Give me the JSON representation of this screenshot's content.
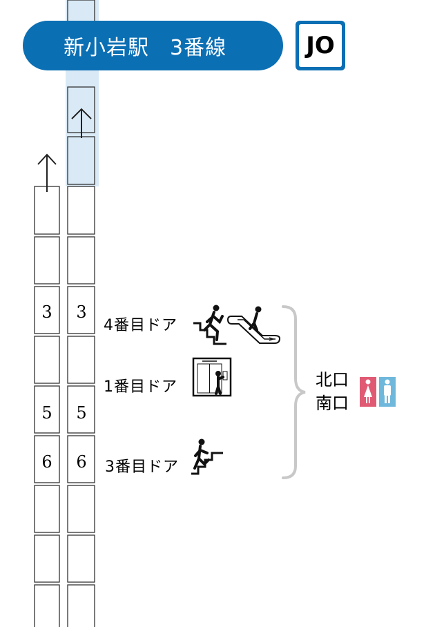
{
  "header": {
    "station": "新小岩駅",
    "track": "3番線",
    "line_code": "JO",
    "color": "#0b6fb4"
  },
  "train": {
    "car_numbers": [
      "3",
      "5",
      "6"
    ],
    "direction_icon": "arrow-up-icon"
  },
  "doors": [
    {
      "label": "4番目ドア",
      "icons": [
        "stairs-up-icon",
        "escalator-icon"
      ]
    },
    {
      "label": "1番目ドア",
      "icons": [
        "elevator-icon"
      ]
    },
    {
      "label": "3番目ドア",
      "icons": [
        "stairs-up-icon"
      ]
    }
  ],
  "exits": {
    "north": "北口",
    "south": "南口",
    "icons": [
      "toilet-female-icon",
      "toilet-male-icon"
    ]
  },
  "colors": {
    "highlight": "#d9eaf6",
    "female": "#e05a74",
    "male": "#6fb8dc",
    "brace": "#c8c8c8"
  }
}
